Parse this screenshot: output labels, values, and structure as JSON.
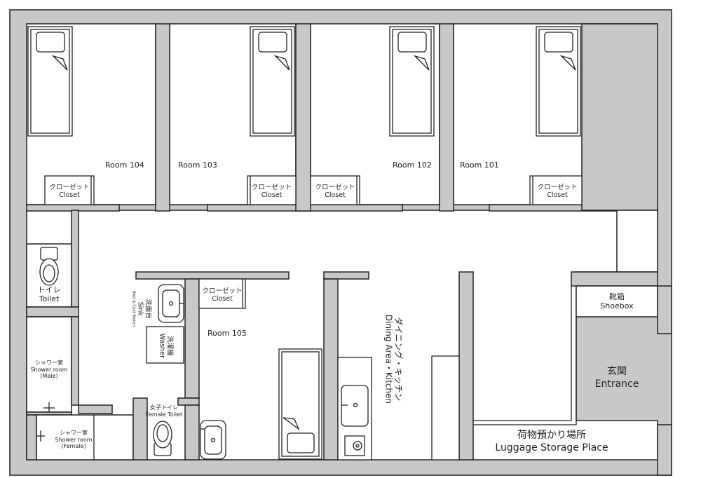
{
  "rooms": {
    "room_104": "Room 104",
    "room_103": "Room 103",
    "room_102": "Room 102",
    "room_101": "Room 101",
    "room_105": "Room 105"
  },
  "closet": {
    "ja": "クローゼット",
    "en": "Closet"
  },
  "toilet": {
    "ja": "トイレ",
    "en": "Toilet"
  },
  "sink": {
    "ja": "洗面台",
    "en": "Sink",
    "note": "(Hot & Cold Water)"
  },
  "washer": {
    "ja": "洗濯機",
    "en": "Washer"
  },
  "shower_male": {
    "ja": "シャワー室",
    "en": "Shower room",
    "sub": "(Male)"
  },
  "shower_female": {
    "ja": "シャワー室",
    "en": "Shower room",
    "sub": "(Female)"
  },
  "female_toilet": {
    "ja": "女子トイレ",
    "en": "Female Toilet"
  },
  "dining": {
    "ja": "ダイニング・キッチン",
    "en": "Dining Area・Kitchen"
  },
  "shoebox": {
    "ja": "靴箱",
    "en": "Shoebox"
  },
  "entrance": {
    "ja": "玄関",
    "en": "Entrance"
  },
  "luggage": {
    "ja": "荷物預かり場所",
    "en": "Luggage Storage Place"
  },
  "colors": {
    "wall": "#c8c8c8",
    "floor": "#ffffff",
    "line": "#222222"
  },
  "icons": [
    "bed-icon",
    "toilet-icon",
    "sink-icon",
    "washer-icon",
    "shower-icon",
    "stove-icon"
  ]
}
